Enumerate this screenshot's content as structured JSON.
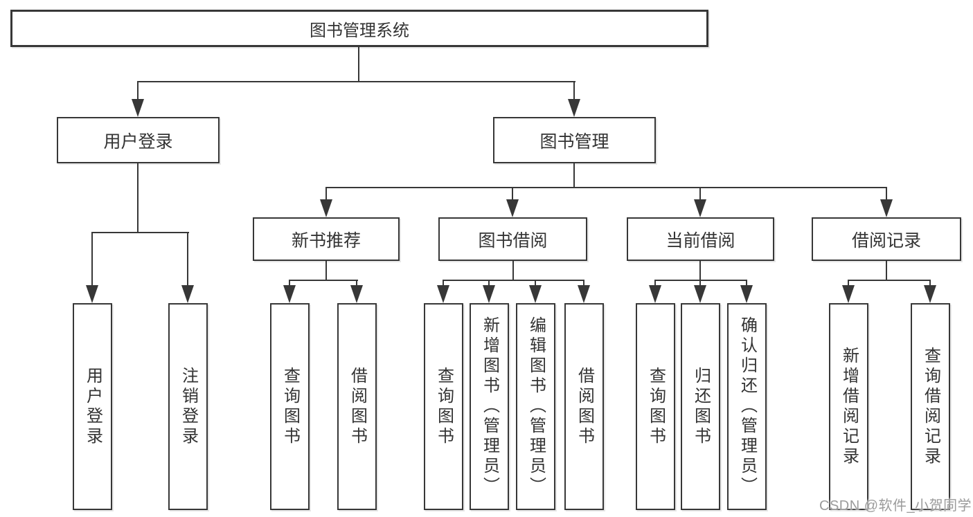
{
  "tree": {
    "label": "图书管理系统",
    "children": [
      {
        "label": "用户登录",
        "children": [
          {
            "label": "用户登录"
          },
          {
            "label": "注销登录"
          }
        ]
      },
      {
        "label": "图书管理",
        "children": [
          {
            "label": "新书推荐",
            "children": [
              {
                "label": "查询图书"
              },
              {
                "label": "借阅图书"
              }
            ]
          },
          {
            "label": "图书借阅",
            "children": [
              {
                "label": "查询图书"
              },
              {
                "label": "新增图书（管理员）"
              },
              {
                "label": "编辑图书（管理员）"
              },
              {
                "label": "借阅图书"
              }
            ]
          },
          {
            "label": "当前借阅",
            "children": [
              {
                "label": "查询图书"
              },
              {
                "label": "归还图书"
              },
              {
                "label": "确认归还（管理员）"
              }
            ]
          },
          {
            "label": "借阅记录",
            "children": [
              {
                "label": "新增借阅记录"
              },
              {
                "label": "查询借阅记录"
              }
            ]
          }
        ]
      }
    ]
  },
  "watermark": "CSDN @软件_小贺同学",
  "colors": {
    "line": "#373737",
    "text": "#333333",
    "watermark": "#9b9b9b",
    "background": "#ffffff"
  }
}
